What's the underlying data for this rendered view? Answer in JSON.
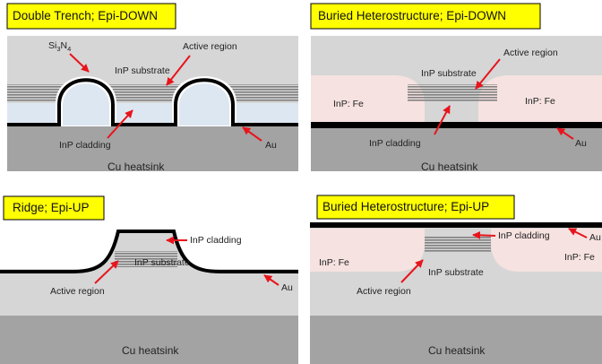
{
  "colors": {
    "title_bg": "#ffff00",
    "substrate": "#d6d6d6",
    "heatsink": "#a3a3a3",
    "active_region": "#8c8c8c",
    "cladding_blue": "#dde7f1",
    "fe_pink": "#f6e2e0",
    "metal_au": "#000000",
    "arrow": "#e8141c"
  },
  "panels": {
    "double_trench": {
      "title": "Double Trench; Epi-DOWN",
      "si3n4_base": "Si",
      "si3n4_sub3": "3",
      "si3n4_mid": "N",
      "si3n4_sub4": "4",
      "active_region": "Active region",
      "inp_substrate": "InP substrate",
      "inp_cladding": "InP cladding",
      "au": "Au",
      "heatsink": "Cu heatsink"
    },
    "bh_epi_down": {
      "title": "Buried Heterostructure; Epi-DOWN",
      "active_region": "Active region",
      "inp_substrate": "InP substrate",
      "inp_fe_left": "InP: Fe",
      "inp_fe_right": "InP: Fe",
      "inp_cladding": "InP cladding",
      "au": "Au",
      "heatsink": "Cu heatsink"
    },
    "ridge_epi_up": {
      "title": "Ridge; Epi-UP",
      "inp_cladding": "InP cladding",
      "inp_substrate": "InP substrate",
      "active_region": "Active region",
      "au": "Au",
      "heatsink": "Cu heatsink"
    },
    "bh_epi_up": {
      "title": "Buried Heterostructure; Epi-UP",
      "au": "Au",
      "inp_cladding": "InP cladding",
      "inp_fe_left": "InP: Fe",
      "inp_fe_right": "InP: Fe",
      "inp_substrate": "InP substrate",
      "active_region": "Active region",
      "heatsink": "Cu heatsink"
    }
  }
}
